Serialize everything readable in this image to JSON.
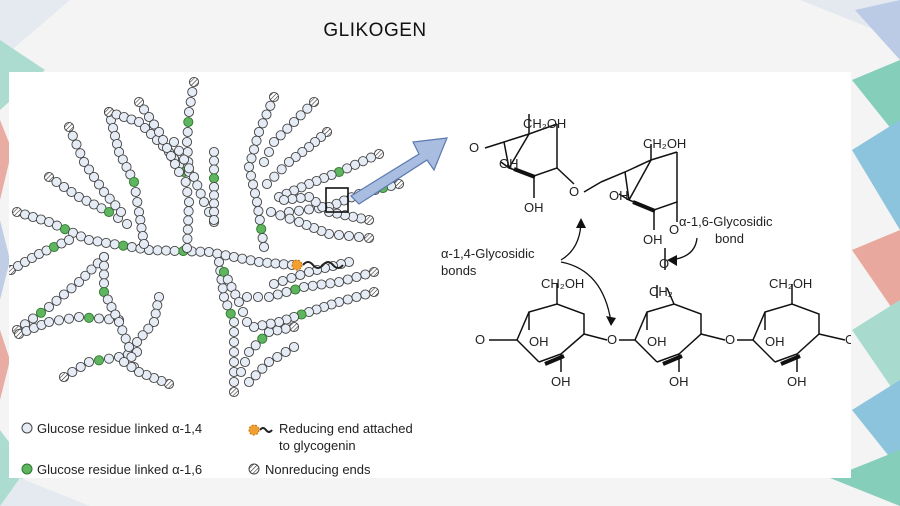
{
  "slide": {
    "title": "GLIKOGEN"
  },
  "colors": {
    "residue_a14": "#e6ecf5",
    "residue_a16": "#5fb55f",
    "reducing_end": "#f0a030",
    "arrow_fill": "#a9bde0",
    "accent_teal": "#3aa39a",
    "accent_blue": "#6b8fd6",
    "accent_red": "#e07b6c"
  },
  "structure": {
    "alpha16_label_line1": "α-1,6-Glycosidic",
    "alpha16_label_line2": "bond",
    "alpha14_label_line1": "α-1,4-Glycosidic",
    "alpha14_label_line2": "bonds",
    "ch2oh": "CH₂OH",
    "ch2": "CH₂",
    "oh": "OH",
    "o": "O"
  },
  "legend": {
    "items": [
      {
        "icon": "glucose-alpha14-icon",
        "text": "Glucose residue linked α-1,4"
      },
      {
        "icon": "glucose-alpha16-icon",
        "text": "Glucose residue linked α-1,6"
      },
      {
        "icon": "reducing-end-icon",
        "text_line1": "Reducing end attached",
        "text_line2": "to glycogenin"
      },
      {
        "icon": "nonreducing-end-icon",
        "text": "Nonreducing ends"
      }
    ]
  }
}
